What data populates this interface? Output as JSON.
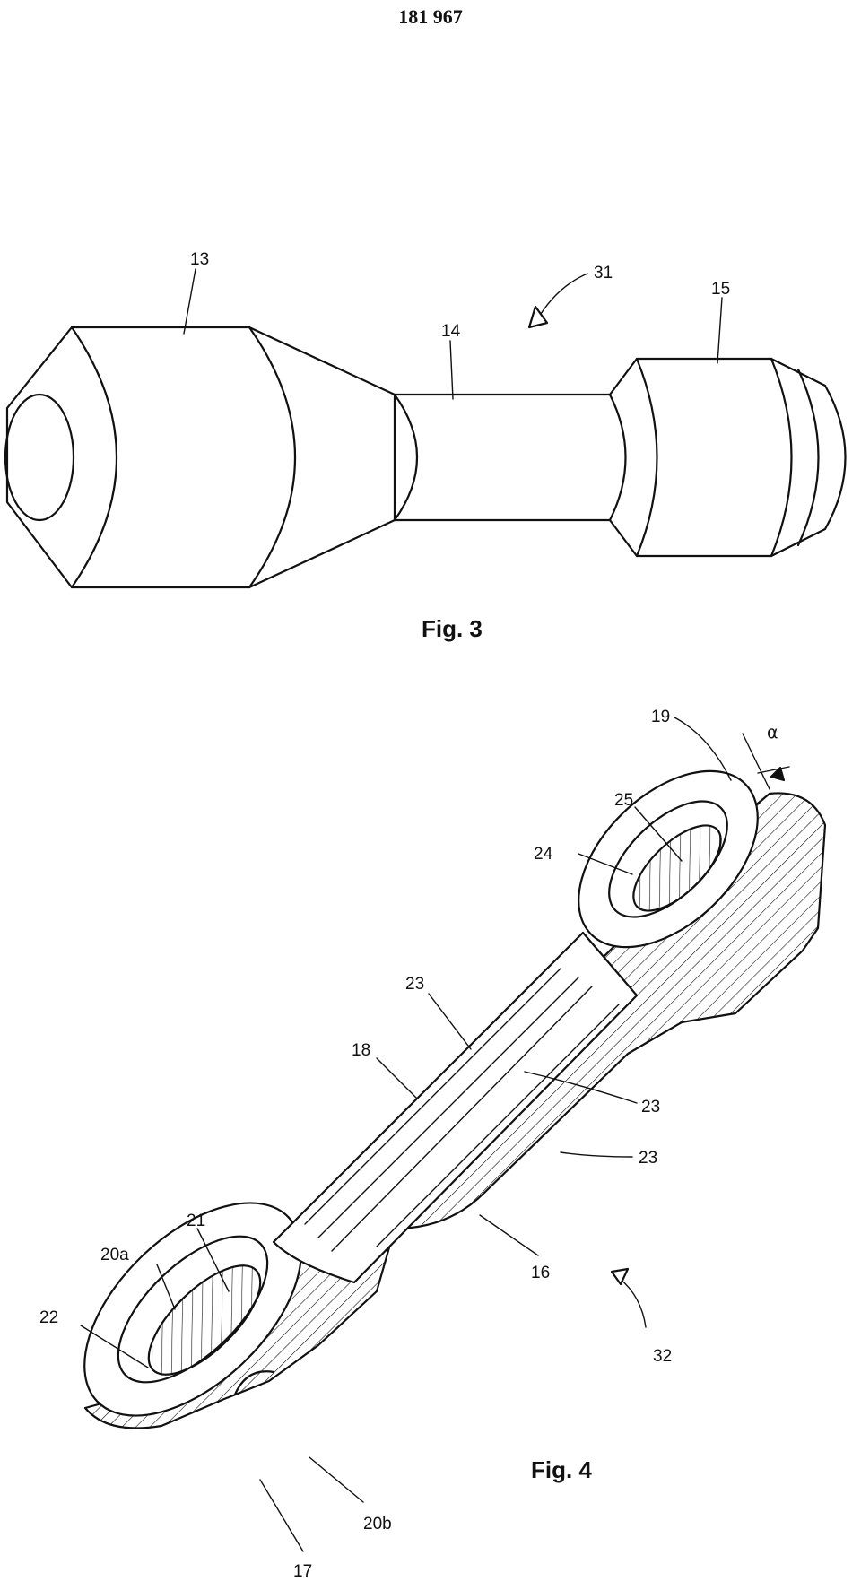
{
  "header": {
    "doc_number": "181 967"
  },
  "fig3": {
    "caption": "Fig. 3",
    "labels": {
      "l13": "13",
      "l14": "14",
      "l15": "15",
      "l31": "31"
    }
  },
  "fig4": {
    "caption": "Fig. 4",
    "angle_symbol": "α",
    "labels": {
      "l16": "16",
      "l17": "17",
      "l18": "18",
      "l19": "19",
      "l20a": "20a",
      "l20b": "20b",
      "l21": "21",
      "l22": "22",
      "l23a": "23",
      "l23b": "23",
      "l23c": "23",
      "l24": "24",
      "l25": "25",
      "l32": "32"
    }
  }
}
